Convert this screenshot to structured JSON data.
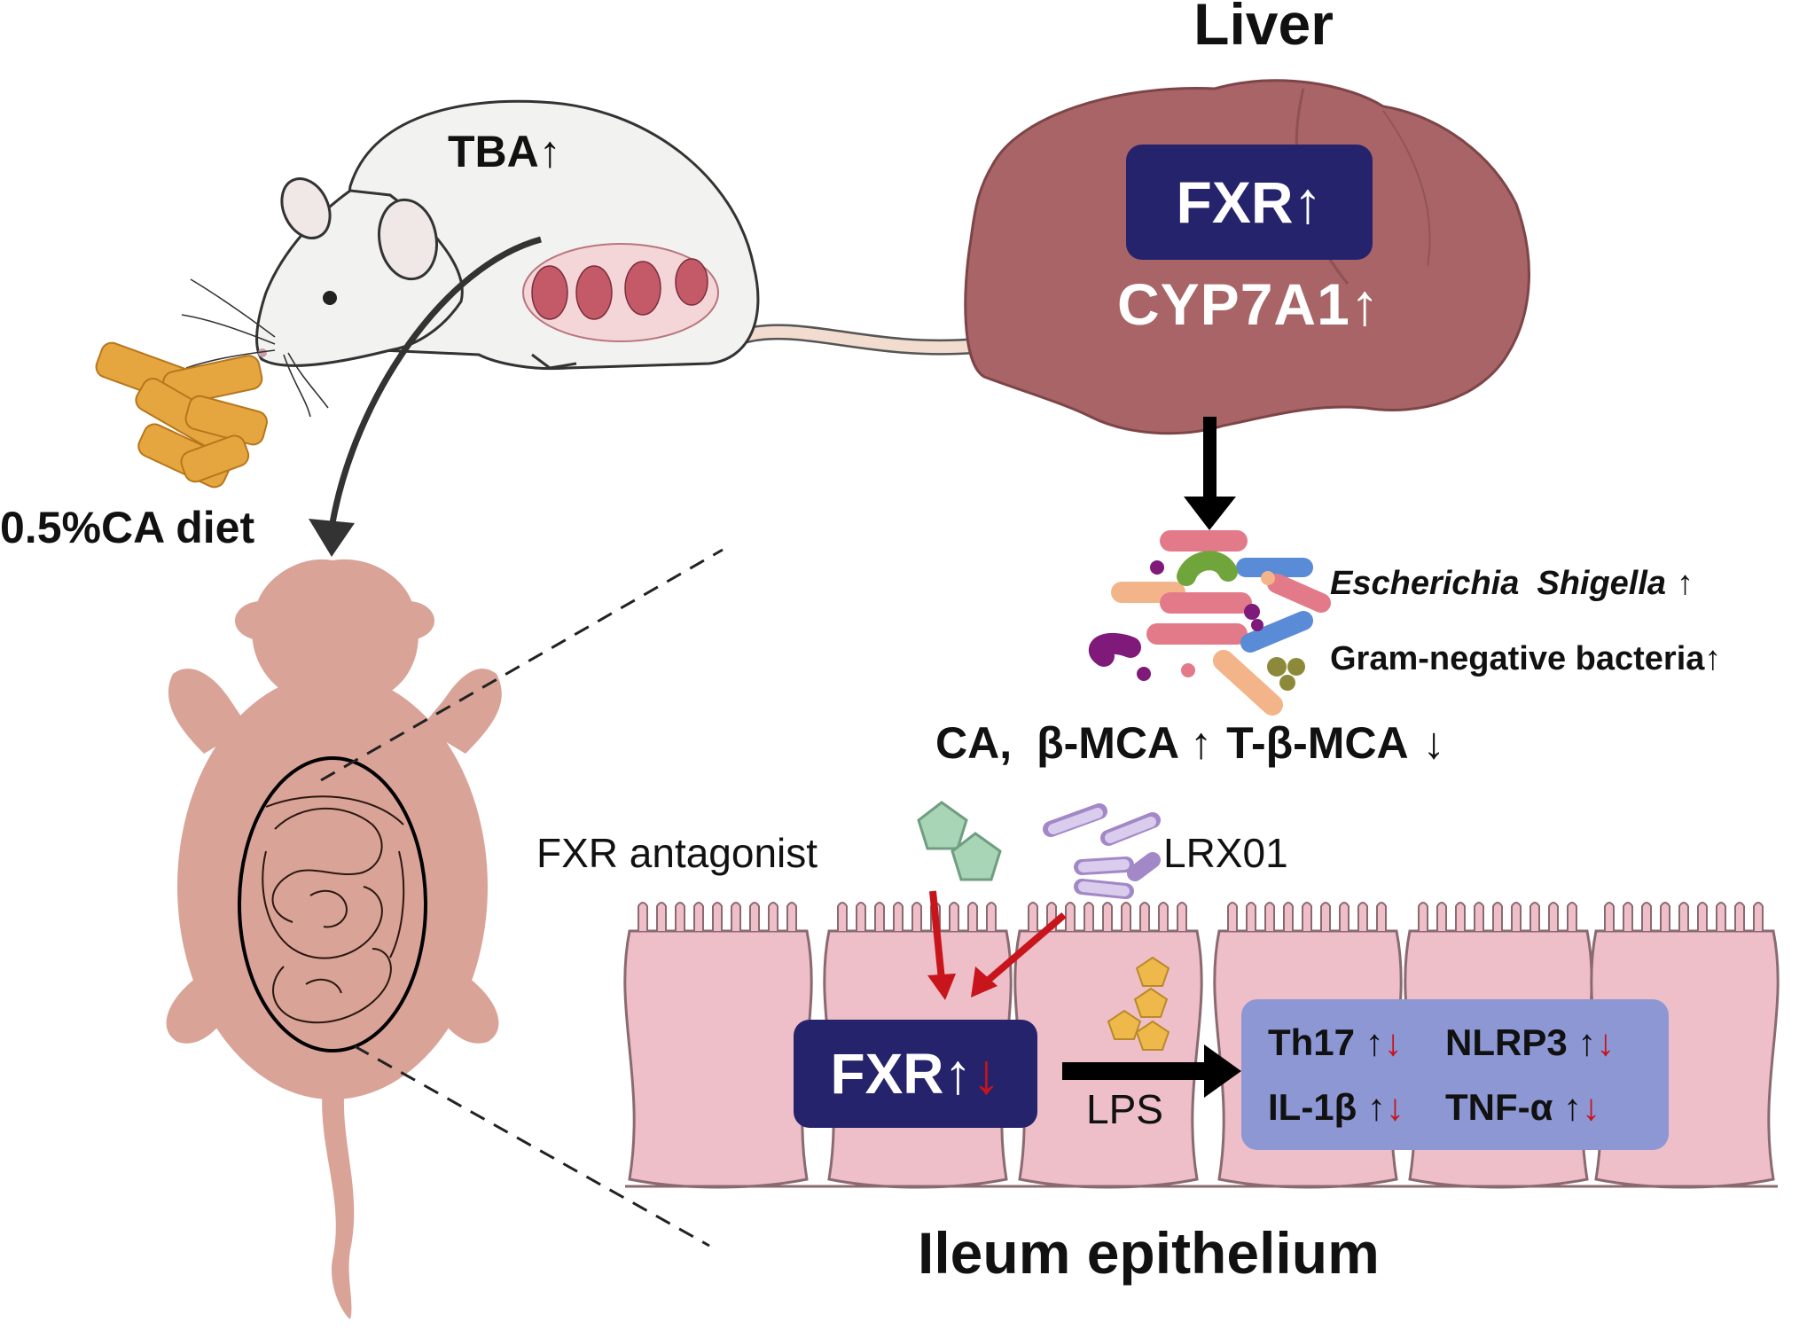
{
  "labels": {
    "liver_title": "Liver",
    "tba": "TBA",
    "tba_arrow": "↑",
    "diet": "0.5%CA diet",
    "liver_fxr": "FXR",
    "liver_fxr_arrow": "↑",
    "cyp7a1": "CYP7A1",
    "cyp7a1_arrow": "↑",
    "bacteria_1a": "Escherichia",
    "bacteria_1b": "Shigella",
    "bacteria_1_arrow": "↑",
    "bacteria_2": "Gram-negative bacteria",
    "bacteria_2_arrow": "↑",
    "bile_acids_1": "CA,",
    "bile_acids_2": "β-MCA",
    "bile_acids_2_arrow": "↑",
    "bile_acids_3": "T-β-MCA",
    "bile_acids_3_arrow": "↓",
    "fxr_antagonist": "FXR antagonist",
    "lrx01": "LRX01",
    "ileum_fxr": "FXR",
    "up_arrow": "↑",
    "down_arrow": "↓",
    "lps": "LPS",
    "th17": "Th17",
    "nlrp3": "NLRP3",
    "il1b": "IL-1β",
    "tnfa": "TNF-α",
    "ileum_title": "Ileum epithelium"
  },
  "colors": {
    "navy_box": "#25236b",
    "cytokine_box": "#8c97d4",
    "liver": "#a86466",
    "body": "#d9a397",
    "cell": "#eebfc9",
    "red_arrow": "#c8141b",
    "pellet": "#e6a63f"
  }
}
